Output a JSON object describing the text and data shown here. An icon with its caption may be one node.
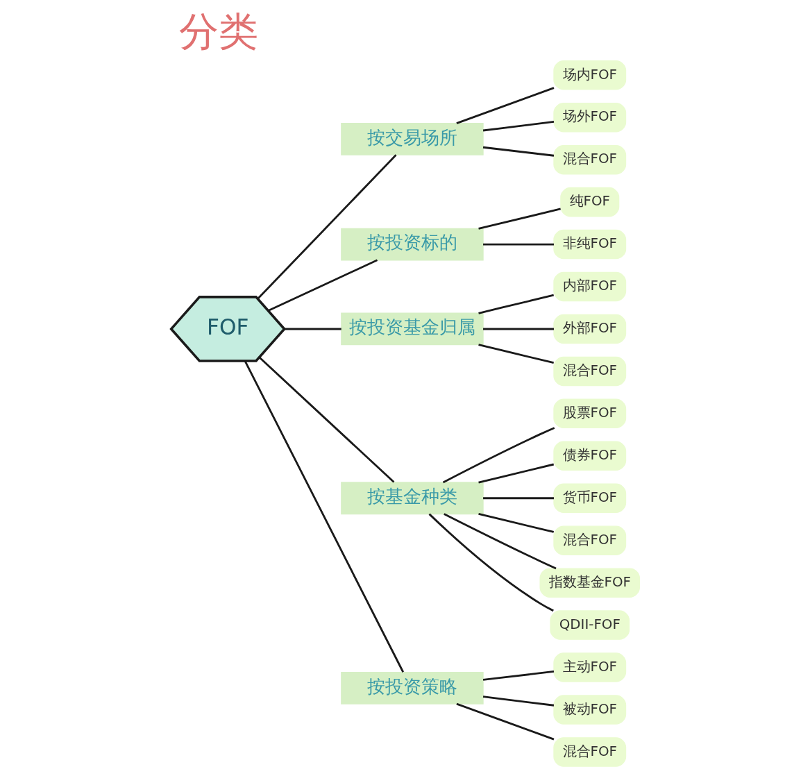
{
  "diagram": {
    "title": "分类",
    "nodes": [
      {
        "text": [
          "FOF"
        ]
      },
      {
        "text": [
          "按交易场所"
        ]
      },
      {
        "text": [
          "场内FOF"
        ]
      },
      {
        "text": [
          "场外FOF"
        ]
      },
      {
        "text": [
          "混合FOF"
        ]
      },
      {
        "text": [
          "按投资标的"
        ]
      },
      {
        "text": [
          "纯FOF"
        ]
      },
      {
        "text": [
          "非纯FOF"
        ]
      },
      {
        "text": [
          "按投资基金归属"
        ]
      },
      {
        "text": [
          "内部FOF"
        ]
      },
      {
        "text": [
          "外部FOF"
        ]
      },
      {
        "text": [
          "混合FOF"
        ]
      },
      {
        "text": [
          "按基金种类"
        ]
      },
      {
        "text": [
          "股票FOF"
        ]
      },
      {
        "text": [
          "债券FOF"
        ]
      },
      {
        "text": [
          "货币FOF"
        ]
      },
      {
        "text": [
          "混合FOF"
        ]
      },
      {
        "text": [
          "指数基金FOF"
        ]
      },
      {
        "text": [
          "QDII-FOF"
        ]
      },
      {
        "text": [
          "按投资策略"
        ]
      },
      {
        "text": [
          "主动FOF"
        ]
      },
      {
        "text": [
          "被动FOF"
        ]
      },
      {
        "text": [
          "混合FOF"
        ]
      }
    ],
    "edges": [
      {
        "from": 0,
        "to": 1,
        "arrow": "none"
      },
      {
        "from": 0,
        "to": 5,
        "arrow": "none"
      },
      {
        "from": 0,
        "to": 8,
        "arrow": "none"
      },
      {
        "from": 0,
        "to": 12,
        "arrow": "none"
      },
      {
        "from": 0,
        "to": 19,
        "arrow": "none"
      },
      {
        "from": 1,
        "to": 2,
        "arrow": "none"
      },
      {
        "from": 1,
        "to": 3,
        "arrow": "none"
      },
      {
        "from": 1,
        "to": 4,
        "arrow": "none"
      },
      {
        "from": 5,
        "to": 6,
        "arrow": "none"
      },
      {
        "from": 5,
        "to": 7,
        "arrow": "none"
      },
      {
        "from": 8,
        "to": 9,
        "arrow": "none"
      },
      {
        "from": 8,
        "to": 10,
        "arrow": "none"
      },
      {
        "from": 8,
        "to": 11,
        "arrow": "none"
      },
      {
        "from": 12,
        "to": 13,
        "arrow": "none"
      },
      {
        "from": 12,
        "to": 14,
        "arrow": "none"
      },
      {
        "from": 12,
        "to": 15,
        "arrow": "none"
      },
      {
        "from": 12,
        "to": 16,
        "arrow": "none"
      },
      {
        "from": 12,
        "to": 17,
        "arrow": "none"
      },
      {
        "from": 12,
        "to": 18,
        "arrow": "none"
      },
      {
        "from": 19,
        "to": 20,
        "arrow": "none"
      },
      {
        "from": 19,
        "to": 21,
        "arrow": "none"
      },
      {
        "from": 19,
        "to": 22,
        "arrow": "none"
      }
    ]
  }
}
